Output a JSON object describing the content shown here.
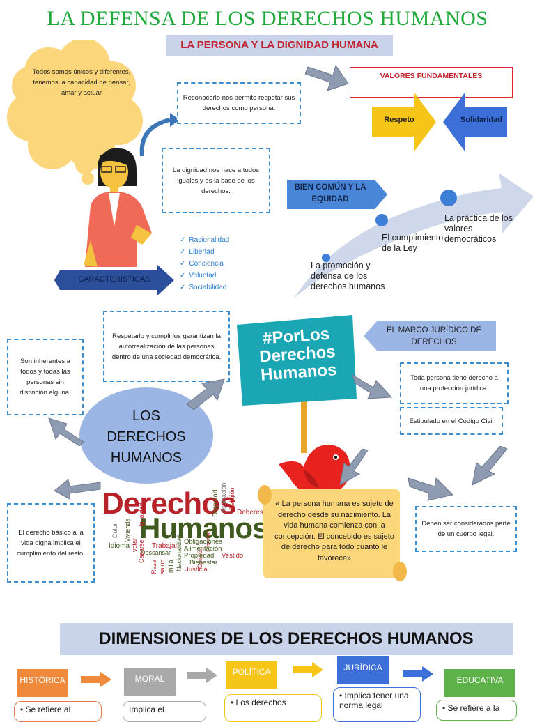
{
  "title": "LA DEFENSA DE LOS DERECHOS HUMANOS",
  "subtitle": "LA PERSONA Y LA DIGNIDAD HUMANA",
  "thought_text": "Todos somos únicos y diferentes, tenemos la capacidad de pensar, amar y actuar",
  "box_reconocerlo": "Reconocerlo nos permite respetar sus derechos como persona.",
  "box_dignidad": "La dignidad nos hace a todos iguales y es la base de los derechos.",
  "valores": {
    "title": "VALORES FUNDAMENTALES",
    "respeto": "Respeto",
    "solidaridad": "Solidaridad"
  },
  "bien_comun": "BIEN COMÚN Y LA EQUIDAD",
  "arrow_points": [
    "La promoción y defensa de los derechos humanos",
    "El cumplimiento de la Ley",
    "La práctica de los valores democráticos"
  ],
  "caracteristicas": {
    "label": "CARACTERÍSTICAS",
    "items": [
      "Racionalidad",
      "Libertad",
      "Conciencia",
      "Voluntad",
      "Sociabilidad"
    ]
  },
  "box_respetarlo": "Respetarlo y cumplirlos garantizan la autorrealización de las personas dentro de una sociedad democrática.",
  "box_inherentes": "Son inherentes a todos y todas las personas sin distinción alguna.",
  "center_oval": "LOS DERECHOS HUMANOS",
  "sign_text": "#PorLos Derechos Humanos",
  "marco": "EL MARCO JURÍDICO DE DERECHOS",
  "box_proteccion": "Toda persona tiene derecho a una protección jurídica.",
  "box_codigo": "Estipulado en el Código Civil",
  "box_cuerpo_legal": "Deben ser considerados parte de un cuerpo legal.",
  "box_vida_digna": "El derecho básico a la vida digna implica el cumplimiento del resto.",
  "scroll_text": "« La persona humana es sujeto de derecho desde su nacimiento. La vida humana comienza con la concepción. El concebido es sujeto de derecho para todo cuanto le favorece»",
  "wordcloud": {
    "big1": "Derechos",
    "big2": "Humanos",
    "small_words": [
      "Dignidad",
      "Asociación",
      "Religión",
      "Deberes",
      "Libertad",
      "Opinión",
      "Nacionalidad",
      "milla",
      "salud",
      "Raza",
      "Trabajar",
      "Descansar",
      "Casarse",
      "votar",
      "Igualdad",
      "Vivienda",
      "Idioma",
      "Color",
      "Obligaciones",
      "Alimentación",
      "Bienestar",
      "Propiedad",
      "Vestido",
      "Justicia"
    ]
  },
  "dimensiones": {
    "header": "DIMENSIONES  DE LOS DERECHOS HUMANOS",
    "items": [
      {
        "label": "HISTÓRICA",
        "body": "• Se refiere al",
        "color": "#ef8a3c"
      },
      {
        "label": "MORAL",
        "body": "Implica el",
        "color": "#a9a9a9"
      },
      {
        "label": "POLÍTICA",
        "body": "• Los derechos",
        "color": "#f5c518"
      },
      {
        "label": "JURÍDICA",
        "body": "• Implica tener una norma legal",
        "color": "#3d6fd8"
      },
      {
        "label": "EDUCATIVA",
        "body": "• Se refiere a la",
        "color": "#5db24a"
      }
    ]
  },
  "colors": {
    "title_green": "#1faa3b",
    "subtitle_red": "#c0252f",
    "oval_blue": "#9bb6e4",
    "sign_teal": "#1aa6b3",
    "accent_blue": "#4a86d8"
  }
}
